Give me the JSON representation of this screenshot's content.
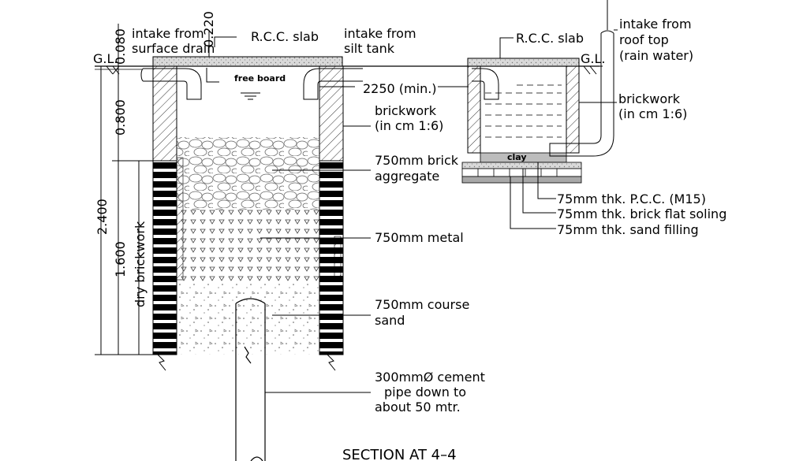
{
  "labels": {
    "intake_surface_1": "intake from",
    "intake_surface_2": "surface drain",
    "rcc_slab_left": "R.C.C. slab",
    "intake_silt_1": "intake from",
    "intake_silt_2": "silt tank",
    "gl_left": "G.L.",
    "free_board": "free board",
    "dim_2250": "2250 (min.)",
    "brickwork_left_1": "brickwork",
    "brickwork_left_2": "(in cm 1:6)",
    "brick_agg_1": "750mm brick",
    "brick_agg_2": "aggregate",
    "metal": "750mm metal",
    "sand_1": "750mm course",
    "sand_2": "sand",
    "pipe_1": "300mmØ cement",
    "pipe_2": "pipe down to",
    "pipe_3": "about 50 mtr.",
    "rcc_slab_right": "R.C.C. slab",
    "gl_right": "G.L.",
    "intake_roof_1": "intake from",
    "intake_roof_2": "roof top",
    "intake_roof_3": "(rain water)",
    "brickwork_right_1": "brickwork",
    "brickwork_right_2": "(in cm 1:6)",
    "clay": "clay",
    "pcc": "75mm thk. P.C.C. (M15)",
    "brick_soling": "75mm thk. brick flat soling",
    "sand_filling": "75mm thk. sand filling",
    "section_title": "SECTION AT 4–4"
  },
  "dimensions": {
    "d_080": "0.080",
    "d_220": "0.220",
    "d_800": "0.800",
    "d_2400": "2.400",
    "d_1600": "1.600",
    "dry_brickwork": "dry brickwork"
  }
}
